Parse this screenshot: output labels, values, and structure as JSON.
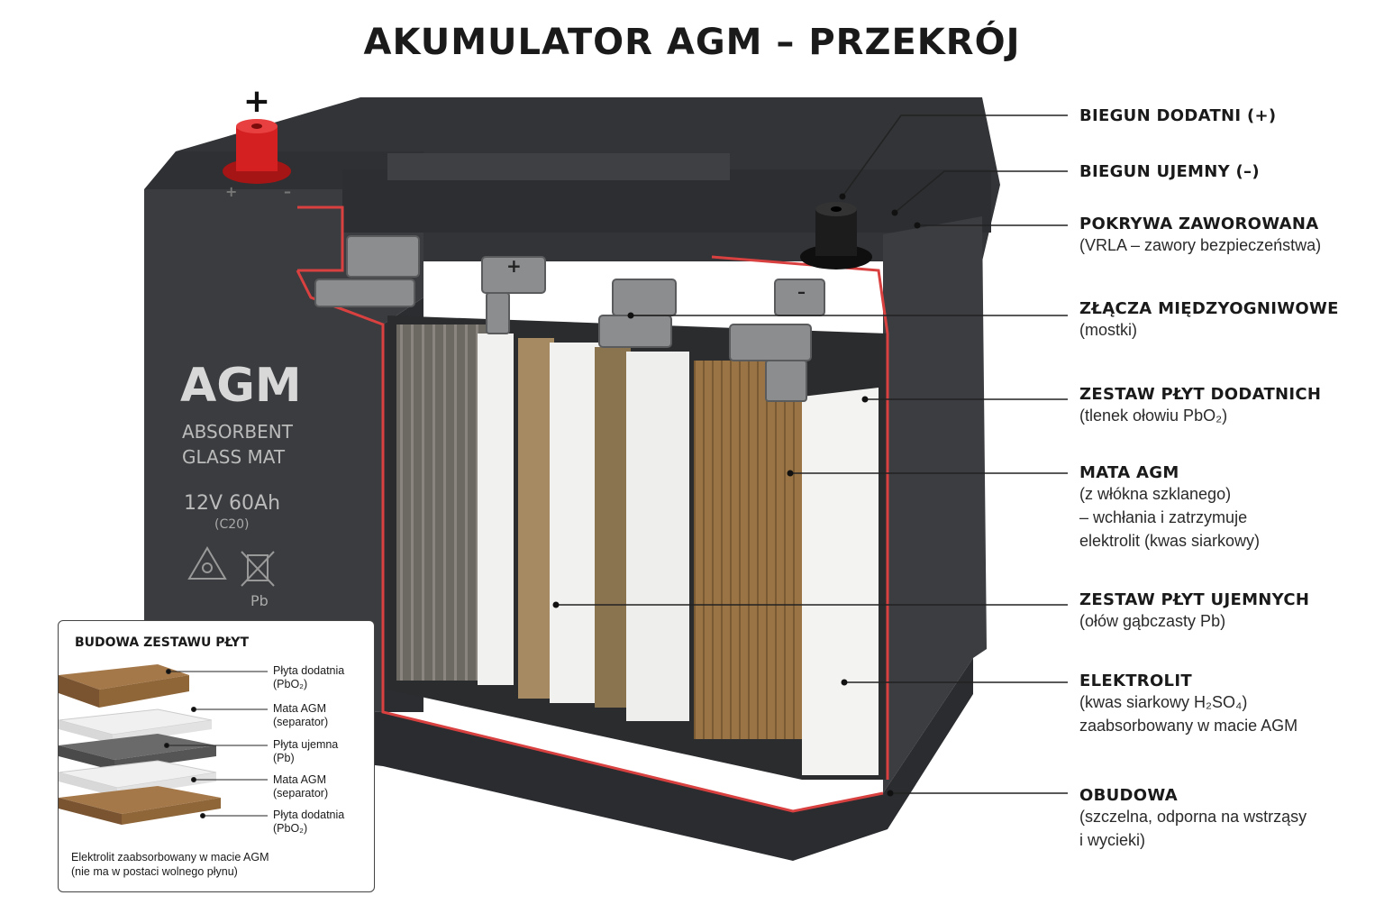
{
  "title": "AKUMULATOR AGM – PRZEKRÓJ",
  "battery": {
    "terminal_plus": "+",
    "lid_plus": "+",
    "lid_minus": "–",
    "connector_plus": "+",
    "connector_minus": "–",
    "label_main": "AGM",
    "label_line1": "ABSORBENT",
    "label_line2": "GLASS MAT",
    "rating": "12V 60Ah",
    "rating_sub": "(C20)",
    "pb_mark": "Pb",
    "icons": [
      "recycle-icon",
      "crossed-bin-icon"
    ],
    "colors": {
      "case": "#3a3c3f",
      "positive_terminal": "#d42020",
      "negative_terminal": "#1c1c1c",
      "cut_edge": "#d94040",
      "positive_plate": "#9a7444",
      "separator": "#f1f1ef",
      "negative_plate": "#6a6660"
    }
  },
  "callouts": [
    {
      "heading": "BIEGUN DODATNI (+)",
      "lines": []
    },
    {
      "heading": "BIEGUN UJEMNY (–)",
      "lines": []
    },
    {
      "heading": "POKRYWA ZAWOROWANA",
      "lines": [
        "(VRLA – zawory bezpieczeństwa)"
      ]
    },
    {
      "heading": "ZŁĄCZA MIĘDZYOGNIWOWE",
      "lines": [
        "(mostki)"
      ]
    },
    {
      "heading": "ZESTAW PŁYT DODATNICH",
      "lines": [
        "(tlenek ołowiu PbO₂)"
      ]
    },
    {
      "heading": "MATA AGM",
      "lines": [
        "(z włókna szklanego)",
        "– wchłania i zatrzymuje",
        "elektrolit (kwas siarkowy)"
      ]
    },
    {
      "heading": "ZESTAW PŁYT UJEMNYCH",
      "lines": [
        "(ołów gąbczasty Pb)"
      ]
    },
    {
      "heading": "ELEKTROLIT",
      "lines": [
        "(kwas siarkowy H₂SO₄)",
        "zaabsorbowany w macie AGM"
      ]
    },
    {
      "heading": "OBUDOWA",
      "lines": [
        "(szczelna, odporna na wstrząsy",
        "i wycieki)"
      ]
    }
  ],
  "inset": {
    "title": "BUDOWA ZESTAWU PŁYT",
    "layers": [
      {
        "label1": "Płyta dodatnia",
        "label2": "(PbO₂)"
      },
      {
        "label1": "Mata AGM",
        "label2": "(separator)"
      },
      {
        "label1": "Płyta ujemna",
        "label2": "(Pb)"
      },
      {
        "label1": "Mata AGM",
        "label2": "(separator)"
      },
      {
        "label1": "Płyta dodatnia",
        "label2": "(PbO₂)"
      }
    ],
    "note1": "Elektrolit zaabsorbowany w macie AGM",
    "note2": "(nie ma w postaci wolnego płynu)"
  }
}
